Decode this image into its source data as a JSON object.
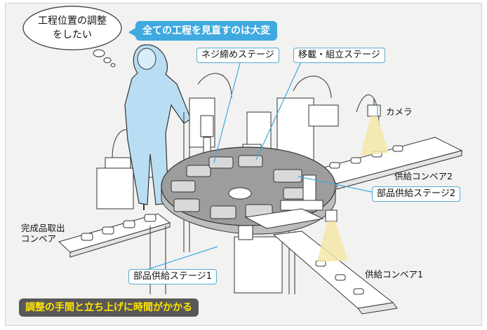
{
  "thought": {
    "line1": "工程位置の調整",
    "line2": "をしたい"
  },
  "callout_top": "全ての工程を見直すのは大変",
  "callout_bottom": "調整の手間と立ち上げに時間がかかる",
  "labels": {
    "screw_stage": "ネジ締めステージ",
    "transfer_stage": "移載・組立ステージ",
    "camera": "カメラ",
    "supply_conveyor_2": "供給コンベア2",
    "parts_supply_stage_2": "部品供給ステージ2",
    "finished_conveyor_line1": "完成品取出",
    "finished_conveyor_line2": "コンベア",
    "supply_conveyor_1": "供給コンベア1",
    "parts_supply_stage_1": "部品供給ステージ1"
  },
  "colors": {
    "accent_blue": "#3fa9e0",
    "dark_box": "#585858",
    "yellow_text": "#ffe400",
    "worker_fill": "#b9def3"
  }
}
